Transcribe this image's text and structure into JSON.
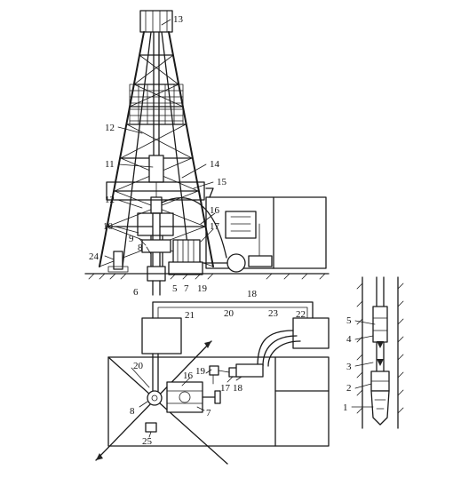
{
  "callouts": {
    "c1": "1",
    "c2": "2",
    "c3": "3",
    "c4": "4",
    "c5": "5",
    "c6": "6",
    "c7": "7",
    "c8": "8",
    "c9": "9",
    "c10": "10",
    "c11": "11",
    "c12": "12",
    "c13": "13",
    "c14": "14",
    "c15": "15",
    "c16": "16",
    "c17": "17",
    "c18": "18",
    "c19": "19",
    "c20": "20",
    "c21": "21",
    "c22": "22",
    "c23": "23",
    "c24": "24",
    "c25": "25"
  },
  "colors": {
    "ink": "#1a1a1a",
    "paper": "#ffffff"
  }
}
